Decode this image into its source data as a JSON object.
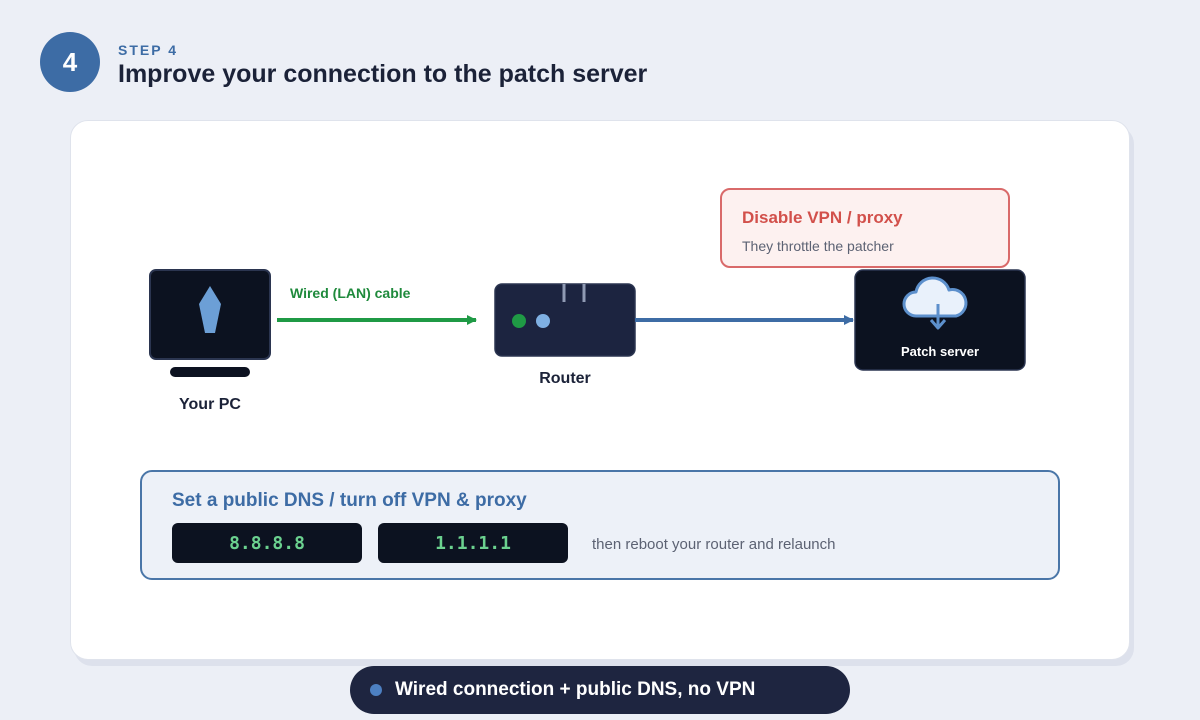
{
  "step": {
    "number": "4",
    "label": "STEP 4",
    "title": "Improve your connection to the patch server"
  },
  "diagram": {
    "pc_label": "Your PC",
    "router_label": "Router",
    "cable_label": "Wired (LAN) cable",
    "server_label": "Patch server",
    "vpn_callout": {
      "title": "Disable VPN / proxy",
      "subtitle": "They throttle the patcher"
    }
  },
  "dns_panel": {
    "title": "Set a public DNS / turn off VPN & proxy",
    "servers": [
      "8.8.8.8",
      "1.1.1.1"
    ],
    "note": "then reboot your router and relaunch"
  },
  "summary": {
    "text": "Wired connection + public DNS, no VPN"
  },
  "colors": {
    "accent": "#3d6ca5",
    "lan_green": "#1f8a3c",
    "warning_red": "#d2504b",
    "dark": "#0c1220"
  },
  "icons": [
    "monitor-icon",
    "router-icon",
    "cloud-download-icon"
  ]
}
